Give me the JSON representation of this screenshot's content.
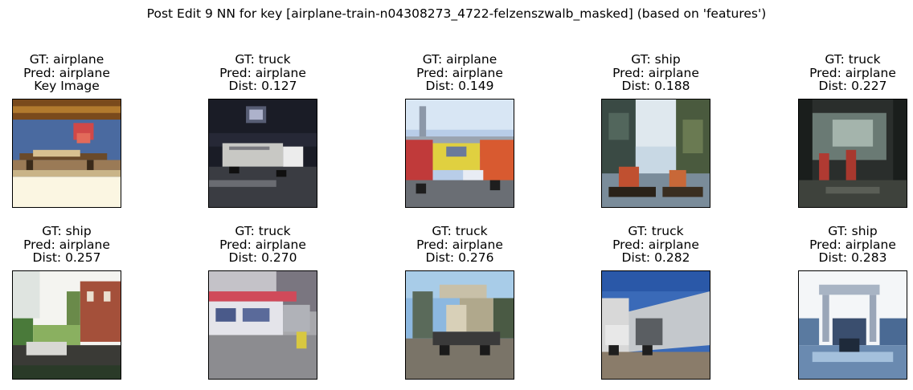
{
  "figure": {
    "title": "Post Edit 9 NN for key [airplane-train-n04308273_4722-felzenszwalb_masked] (based on 'features')"
  },
  "panels": [
    {
      "gt": "GT: airplane",
      "pred": "Pred: airplane",
      "extra": "Key Image"
    },
    {
      "gt": "GT: truck",
      "pred": "Pred: airplane",
      "extra": "Dist: 0.127"
    },
    {
      "gt": "GT: airplane",
      "pred": "Pred: airplane",
      "extra": "Dist: 0.149"
    },
    {
      "gt": "GT: ship",
      "pred": "Pred: airplane",
      "extra": "Dist: 0.188"
    },
    {
      "gt": "GT: truck",
      "pred": "Pred: airplane",
      "extra": "Dist: 0.227"
    },
    {
      "gt": "GT: ship",
      "pred": "Pred: airplane",
      "extra": "Dist: 0.257"
    },
    {
      "gt": "GT: truck",
      "pred": "Pred: airplane",
      "extra": "Dist: 0.270"
    },
    {
      "gt": "GT: truck",
      "pred": "Pred: airplane",
      "extra": "Dist: 0.276"
    },
    {
      "gt": "GT: truck",
      "pred": "Pred: airplane",
      "extra": "Dist: 0.282"
    },
    {
      "gt": "GT: ship",
      "pred": "Pred: airplane",
      "extra": "Dist: 0.283"
    }
  ]
}
